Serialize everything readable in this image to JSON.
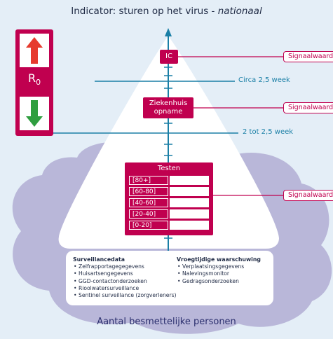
{
  "title": {
    "main": "Indicator: sturen op het virus - ",
    "italic": "nationaal"
  },
  "r_indicator": {
    "label": "R",
    "subscript": "0",
    "up_icon": "arrow-up-icon",
    "down_icon": "arrow-down-icon",
    "up_color": "#e63b2e",
    "down_color": "#2f9e3f"
  },
  "pyramid": {
    "ic": "IC",
    "ziekenhuis_line1": "Ziekenhuis",
    "ziekenhuis_line2": "opname",
    "testen": "Testen",
    "age_groups": [
      "[80+]",
      "[60-80]",
      "[40-60]",
      "[20-40]",
      "[0-20]"
    ]
  },
  "signal_labels": [
    "Signaalwaarde",
    "Signaalwaarde",
    "Signaalwaarde"
  ],
  "periods": {
    "upper": "Circa 2,5 week",
    "lower": "2 tot 2,5 week"
  },
  "surveillance": {
    "heading": "Surveillancedata",
    "items": [
      "Zelfrapportagegegevens",
      "Huisartsengegevens",
      "GGD-contactonderzoeken",
      "Rioolwatersurveillance",
      "Sentinel surveillance (zorgverleners)"
    ]
  },
  "early_warning": {
    "heading": "Vroegtijdige waarschuwing",
    "items": [
      "Verplaatsingsgegevens",
      "Nalevingsmonitor",
      "Gedragsonderzoeken"
    ]
  },
  "bottom_label": "Aantal besmettelijke personen",
  "colors": {
    "magenta": "#c0004f",
    "teal": "#1a7fa6",
    "navy": "#2b2f6e",
    "cloud": "#b9b7d9",
    "background": "#e4eef7"
  }
}
